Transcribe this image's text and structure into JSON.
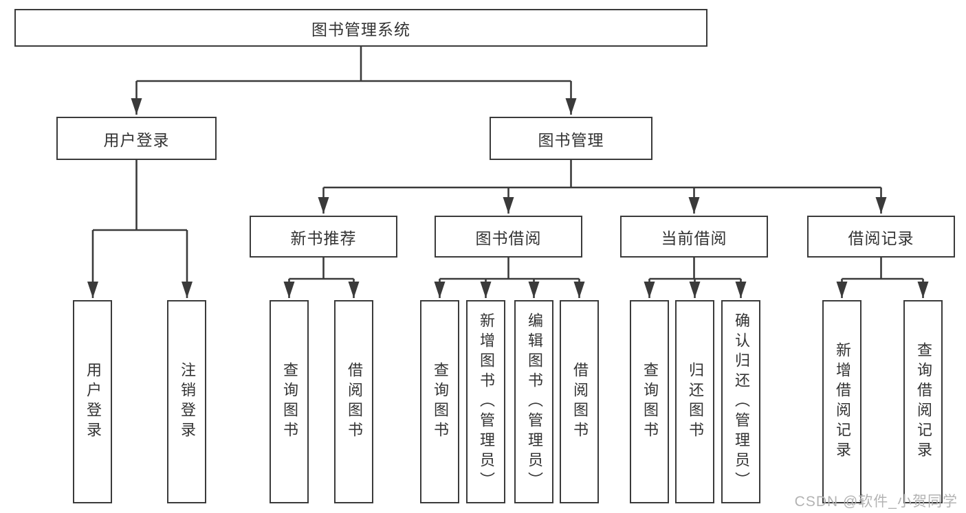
{
  "tree": {
    "root": {
      "label": "图书管理系统"
    },
    "branches": [
      {
        "label": "用户登录",
        "children": [
          {
            "label": "用户登录"
          },
          {
            "label": "注销登录"
          }
        ]
      },
      {
        "label": "图书管理",
        "children": [
          {
            "label": "新书推荐",
            "children": [
              {
                "label": "查询图书"
              },
              {
                "label": "借阅图书"
              }
            ]
          },
          {
            "label": "图书借阅",
            "children": [
              {
                "label": "查询图书"
              },
              {
                "label": "新增图书（管理员）"
              },
              {
                "label": "编辑图书（管理员）"
              },
              {
                "label": "借阅图书"
              }
            ]
          },
          {
            "label": "当前借阅",
            "children": [
              {
                "label": "查询图书"
              },
              {
                "label": "归还图书"
              },
              {
                "label": "确认归还（管理员）"
              }
            ]
          },
          {
            "label": "借阅记录",
            "children": [
              {
                "label": "新增借阅记录"
              },
              {
                "label": "查询借阅记录"
              }
            ]
          }
        ]
      }
    ]
  },
  "watermark": {
    "text": "CSDN @软件_小贺同学"
  },
  "colors": {
    "line": "#3a3a3a",
    "border": "#3a3a3a",
    "fill": "#ffffff",
    "text": "#333333",
    "watermark": "#b3b3b3",
    "background": "#ffffff"
  }
}
